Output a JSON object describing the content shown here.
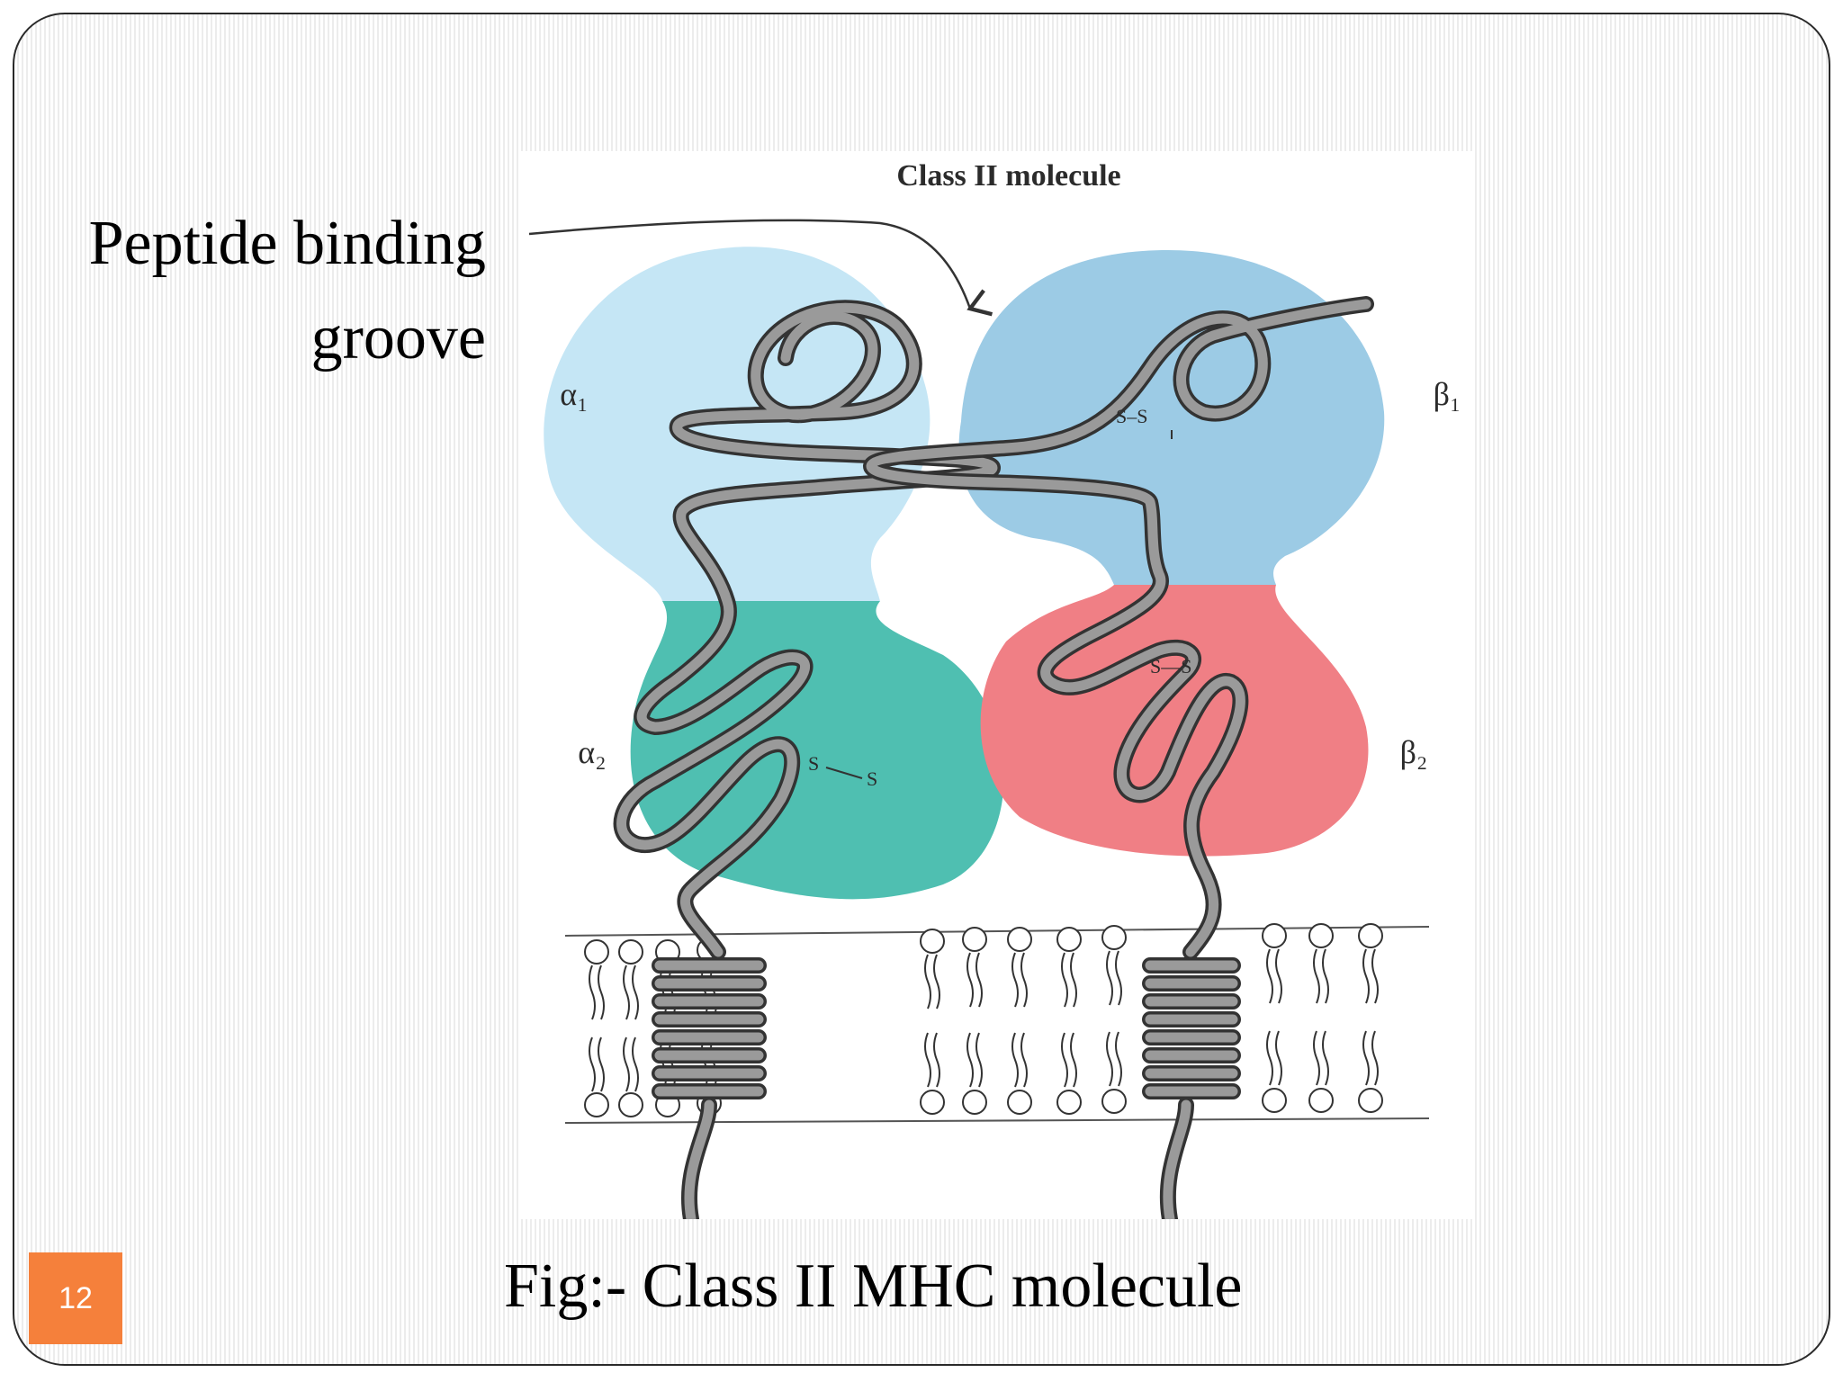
{
  "slide": {
    "number": "12",
    "callout_label": "Peptide binding groove",
    "caption": "Fig:- Class II MHC molecule"
  },
  "diagram": {
    "title": "Class II molecule",
    "domain_labels": {
      "alpha1": "α₁",
      "alpha2": "α₂",
      "beta1": "β₁",
      "beta2": "β₂"
    },
    "disulfide_labels": {
      "beta1": "S–S",
      "beta2": "S—S",
      "alpha2_left": "S",
      "alpha2_right": "S"
    },
    "colors": {
      "alpha1": "#c5e6f5",
      "beta1": "#9ccbe5",
      "alpha2": "#4fbfb1",
      "beta2": "#f07f85",
      "chain_fill": "#9a9a9a",
      "chain_outline": "#333333",
      "slide_number_bg": "#f5803b"
    }
  }
}
